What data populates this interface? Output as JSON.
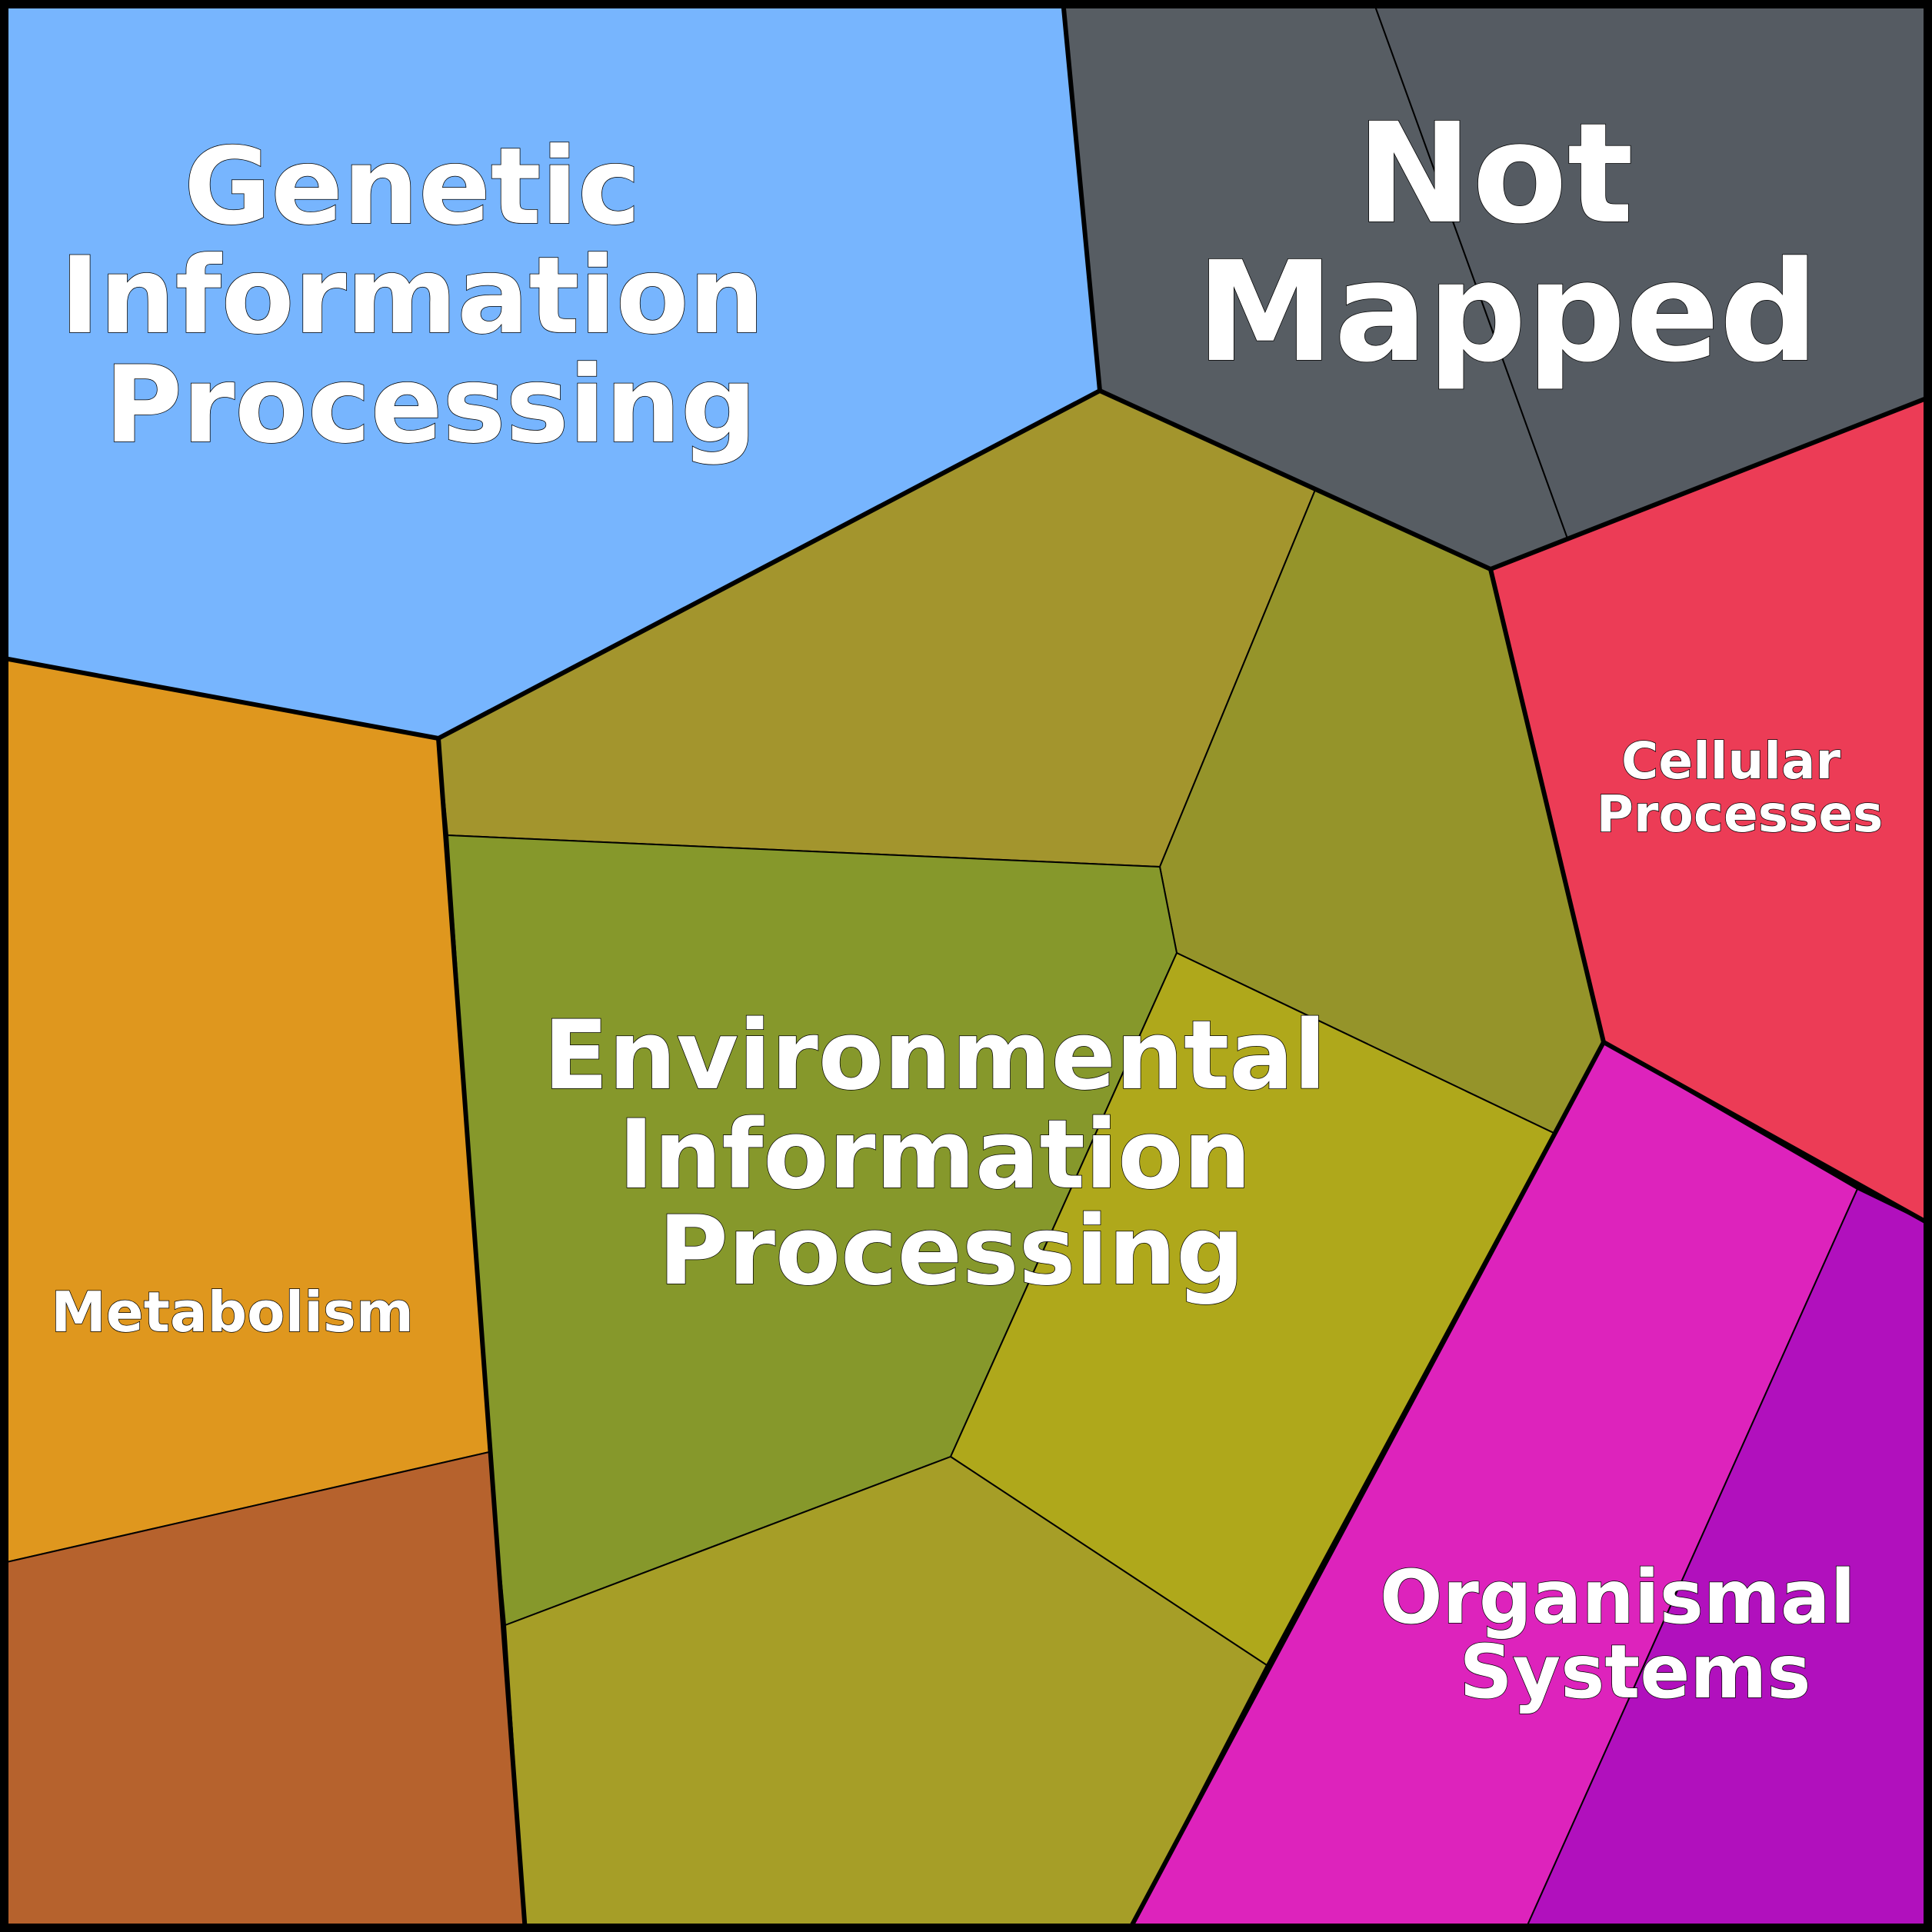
{
  "categories": [
    {
      "id": "genetic",
      "lines": [
        "Genetic",
        "Information",
        "Processing"
      ],
      "color": "#77b5fe"
    },
    {
      "id": "not-mapped",
      "lines": [
        "Not",
        "Mapped"
      ],
      "color": "#575d63"
    },
    {
      "id": "cellular",
      "lines": [
        "Cellular",
        "Processes"
      ],
      "color": "#ec3c56"
    },
    {
      "id": "environmental",
      "lines": [
        "Environmental",
        "Information",
        "Processing"
      ],
      "color": "#86982b"
    },
    {
      "id": "metabolism",
      "lines": [
        "Metabolism"
      ],
      "color": "#df971e"
    },
    {
      "id": "organismal",
      "lines": [
        "Organismal",
        "Systems"
      ],
      "color": "#dd23bc"
    }
  ],
  "subcell_colors": {
    "not_mapped_left": "#575d63",
    "not_mapped_right": "#555b62",
    "env_top": "#a3952d",
    "env_right": "#95942a",
    "env_center": "#86982b",
    "env_lower_right": "#afa81b",
    "env_bottom": "#a69e27",
    "metabolism_top": "#df971e",
    "metabolism_bottom": "#b6622d",
    "organismal_left": "#dd23bc",
    "organismal_right": "#b110bd"
  }
}
